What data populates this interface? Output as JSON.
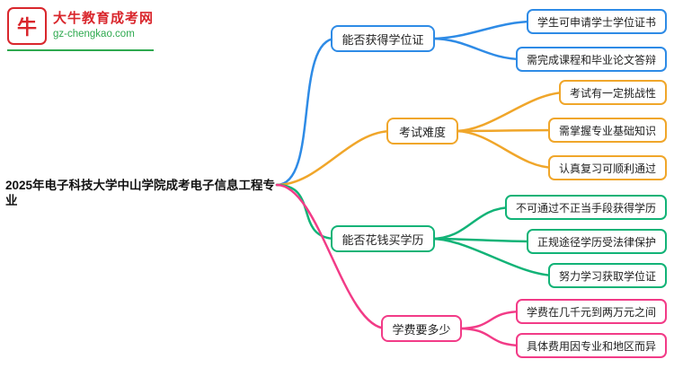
{
  "logo": {
    "icon_char": "牛",
    "title": "大牛教育成考网",
    "url": "gz-chengkao.com"
  },
  "root_label": "2025年电子科技大学中山学院成考电子信息工程专业",
  "colors": {
    "blue": "#2E8BE6",
    "orange": "#F0A62A",
    "green": "#12B377",
    "pink": "#F23B87",
    "logo_red": "#D9262C",
    "logo_green": "#2EA94F"
  },
  "branches": [
    {
      "label": "能否获得学位证",
      "color": "#2E8BE6",
      "children": [
        "学生可申请学士学位证书",
        "需完成课程和毕业论文答辩"
      ]
    },
    {
      "label": "考试难度",
      "color": "#F0A62A",
      "children": [
        "考试有一定挑战性",
        "需掌握专业基础知识",
        "认真复习可顺利通过"
      ]
    },
    {
      "label": "能否花钱买学历",
      "color": "#12B377",
      "children": [
        "不可通过不正当手段获得学历",
        "正规途径学历受法律保护",
        "努力学习获取学位证"
      ]
    },
    {
      "label": "学费要多少",
      "color": "#F23B87",
      "children": [
        "学费在几千元到两万元之间",
        "具体费用因专业和地区而异"
      ]
    }
  ]
}
